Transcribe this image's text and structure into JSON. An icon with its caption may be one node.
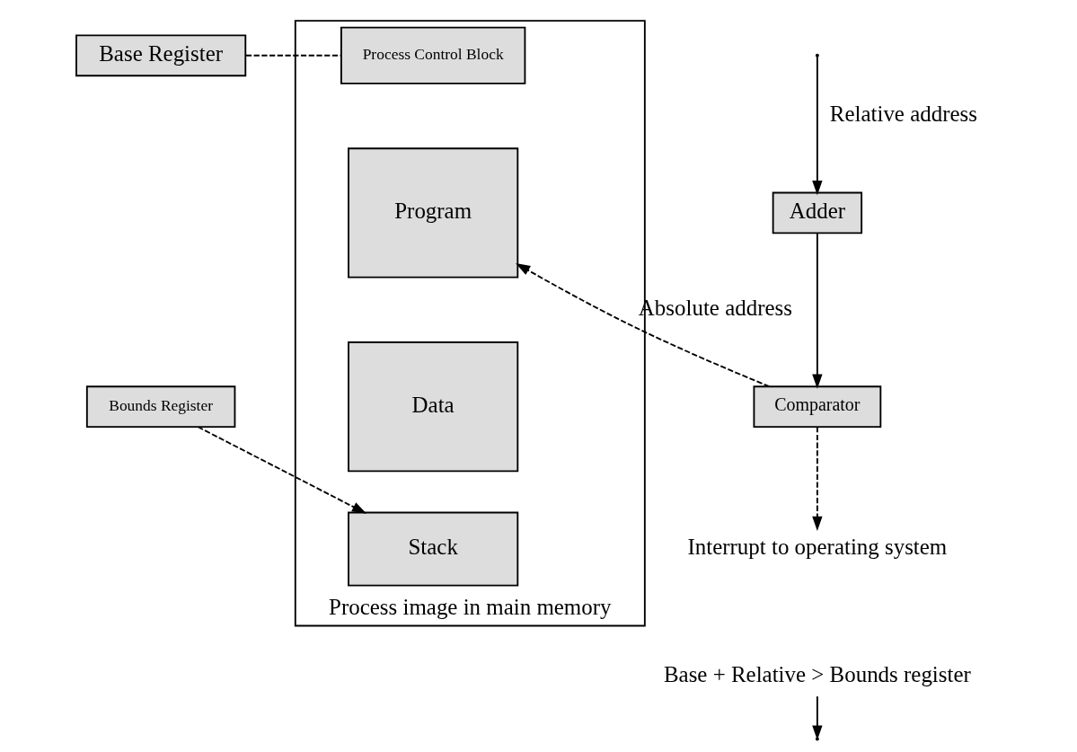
{
  "diagram": {
    "nodes": [
      {
        "text": [
          "Process image in main memory"
        ]
      },
      {
        "text": [
          "Process Control Block"
        ],
        "in": 0
      },
      {
        "text": [
          "Program"
        ],
        "in": 0
      },
      {
        "text": [
          "Data"
        ],
        "in": 0
      },
      {
        "text": [
          "Stack"
        ],
        "in": 0
      },
      {
        "text": [
          "Base Register"
        ]
      },
      {
        "text": [
          "Adder"
        ]
      },
      {
        "text": [
          "Bounds Register"
        ]
      },
      {
        "text": [
          "Comparator"
        ]
      },
      {
        "text": [
          "Interrupt to operating system"
        ]
      },
      {
        "text": [
          "Base + Relative > Bounds register"
        ]
      }
    ],
    "edges": [
      {
        "from": null,
        "to": 6,
        "arrow": "to",
        "label": "Relative address"
      },
      {
        "from": 5,
        "to": 1,
        "arrow": "none",
        "style": "dashed"
      },
      {
        "from": 6,
        "to": 8,
        "arrow": "to"
      },
      {
        "from": 8,
        "to": 2,
        "arrow": "to",
        "style": "dashed",
        "label": "Absolute address"
      },
      {
        "from": 8,
        "to": 9,
        "arrow": "to",
        "style": "dashed"
      },
      {
        "from": 7,
        "to": 4,
        "arrow": "to",
        "style": "dashed"
      },
      {
        "from": 10,
        "to": null,
        "arrow": "to"
      }
    ]
  }
}
